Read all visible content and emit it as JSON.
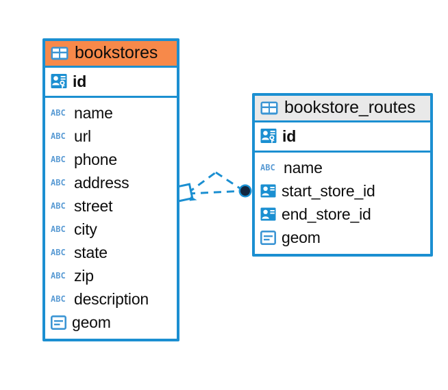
{
  "diagram": {
    "type": "entity-relationship-diagram",
    "background_color": "#ffffff",
    "accent_color": "#1b8fd1",
    "highlight_color": "#f7894a",
    "neutral_header_color": "#e9e9e9",
    "abc_icon_color": "#5a9bd4",
    "connector_endpoint_color": "#12263f"
  },
  "entities": [
    {
      "name": "bookstores",
      "header_icon": "table-icon",
      "header_style": "accent",
      "keys": [
        {
          "label": "id",
          "icon": "primary-key-icon",
          "bold": true
        }
      ],
      "fields": [
        {
          "label": "name",
          "icon": "abc-text-icon"
        },
        {
          "label": "url",
          "icon": "abc-text-icon"
        },
        {
          "label": "phone",
          "icon": "abc-text-icon"
        },
        {
          "label": "address",
          "icon": "abc-text-icon"
        },
        {
          "label": "street",
          "icon": "abc-text-icon"
        },
        {
          "label": "city",
          "icon": "abc-text-icon"
        },
        {
          "label": "state",
          "icon": "abc-text-icon"
        },
        {
          "label": "zip",
          "icon": "abc-text-icon"
        },
        {
          "label": "description",
          "icon": "abc-text-icon"
        },
        {
          "label": "geom",
          "icon": "geometry-icon"
        }
      ]
    },
    {
      "name": "bookstore_routes",
      "header_icon": "table-icon",
      "header_style": "neutral",
      "keys": [
        {
          "label": "id",
          "icon": "primary-key-icon",
          "bold": true
        }
      ],
      "fields": [
        {
          "label": "name",
          "icon": "abc-text-icon"
        },
        {
          "label": "start_store_id",
          "icon": "foreign-key-icon"
        },
        {
          "label": "end_store_id",
          "icon": "foreign-key-icon"
        },
        {
          "label": "geom",
          "icon": "geometry-icon"
        }
      ]
    }
  ],
  "relationship": {
    "from_entity": "bookstores",
    "to_entity": "bookstore_routes",
    "from_marker": "diamond-outline",
    "to_marker": "filled-circle",
    "line_style": "dashed"
  }
}
